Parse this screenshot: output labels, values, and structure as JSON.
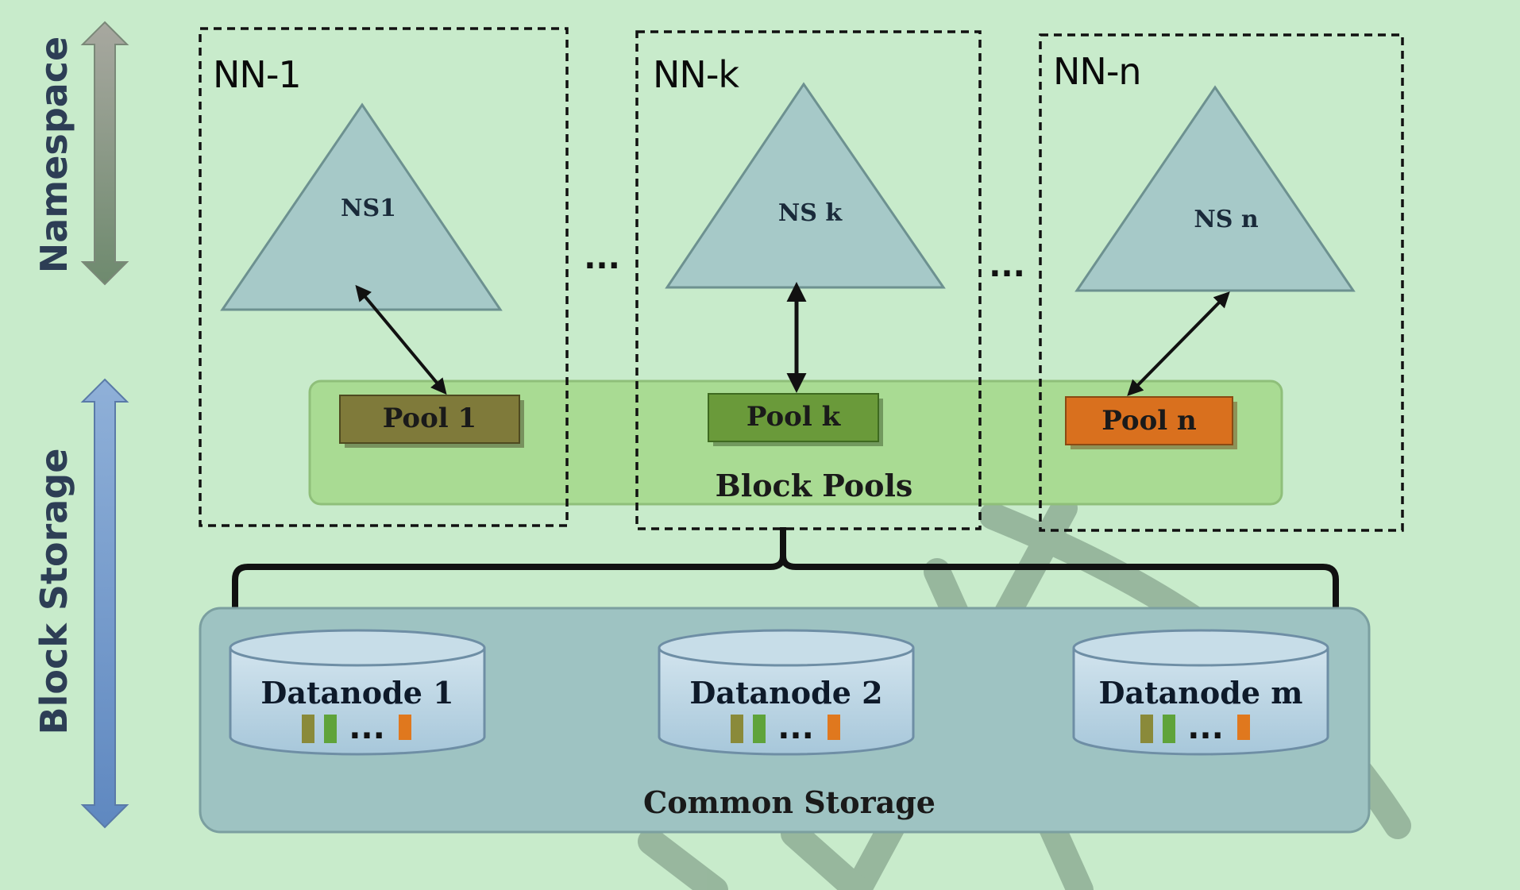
{
  "axes": {
    "namespace_label": "Namespace",
    "block_storage_label": "Block Storage"
  },
  "namenodes": [
    {
      "title": "NN-1",
      "namespace": "NS1",
      "pool": "Pool 1",
      "pool_color": "#7f7a3a"
    },
    {
      "title": "NN-k",
      "namespace": "NS k",
      "pool": "Pool k",
      "pool_color": "#6a9a3a"
    },
    {
      "title": "NN-n",
      "namespace": "NS n",
      "pool": "Pool n",
      "pool_color": "#d9701e"
    }
  ],
  "ellipsis": "...",
  "block_pools_label": "Block Pools",
  "common_storage_label": "Common Storage",
  "datanodes": [
    {
      "label": "Datanode 1",
      "blocks_ellipsis": "..."
    },
    {
      "label": "Datanode 2",
      "blocks_ellipsis": "..."
    },
    {
      "label": "Datanode m",
      "blocks_ellipsis": "..."
    }
  ],
  "colors": {
    "background": "#c8ebcb",
    "triangle": "#a6c9c8",
    "block_pools_band": "#a9db93",
    "common_storage": "#9ec3c2",
    "datanode": "#b6d2e0",
    "namespace_arrow": "#8a9a86",
    "storage_arrow": "#6f95c9",
    "block_olive": "#8a8a3a",
    "block_green": "#5fa33a",
    "block_orange": "#e0781e"
  }
}
